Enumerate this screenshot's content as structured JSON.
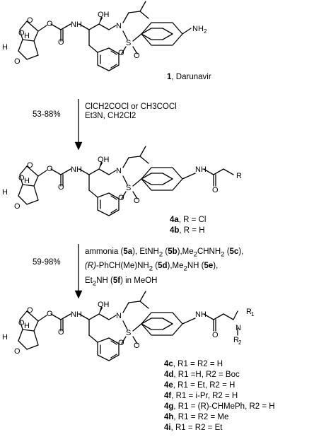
{
  "compound1": {
    "number": "1",
    "name": ", Darunavir"
  },
  "step1": {
    "yield": "53-88%",
    "reagents_line1": "ClCH2COCl or CH3COCl",
    "reagents_line2": "Et3N, CH2Cl2"
  },
  "intermediates": [
    {
      "id": "4a",
      "text": ", R = Cl"
    },
    {
      "id": "4b",
      "text": ", R = H"
    }
  ],
  "step2": {
    "yield": "59-98%",
    "line1_a": "ammonia (",
    "line1_b": "5a",
    "line1_c": "), EtNH",
    "line1_d": "2",
    "line1_e": " (",
    "line1_f": "5b",
    "line1_g": "),Me",
    "line1_h": "2",
    "line1_i": "CHNH",
    "line1_j": "2",
    "line1_k": " (",
    "line1_l": "5c",
    "line1_m": "),",
    "line2_a": "(R)",
    "line2_b": "-PhCH(Me)NH",
    "line2_c": "2",
    "line2_d": " (",
    "line2_e": "5d",
    "line2_f": "),Me",
    "line2_g": "2",
    "line2_h": "NH (",
    "line2_i": "5e",
    "line2_j": "),",
    "line3_a": "Et",
    "line3_b": "2",
    "line3_c": "NH (",
    "line3_d": "5f",
    "line3_e": ") in MeOH"
  },
  "products": [
    {
      "id": "4c",
      "text": ", R1 = R2 = H"
    },
    {
      "id": "4d",
      "text": ", R1 =H, R2 = Boc"
    },
    {
      "id": "4e",
      "text": ", R1 = Et, R2 = H"
    },
    {
      "id": "4f",
      "text": ", R1 = i-Pr, R2 = H"
    },
    {
      "id": "4g",
      "text": ", R1 = (R)-CHMePh, R2 = H"
    },
    {
      "id": "4h",
      "text": ", R1 = R2 = Me"
    },
    {
      "id": "4i",
      "text": ", R1 = R2 = Et"
    }
  ],
  "atoms": {
    "O": "O",
    "H": "H",
    "N": "N",
    "S": "S",
    "NH2": "NH",
    "two": "2",
    "OH": "OH",
    "NH": "NH",
    "R": "R",
    "R1": "R",
    "R2": "R",
    "one": "1",
    "sub2": "2"
  }
}
